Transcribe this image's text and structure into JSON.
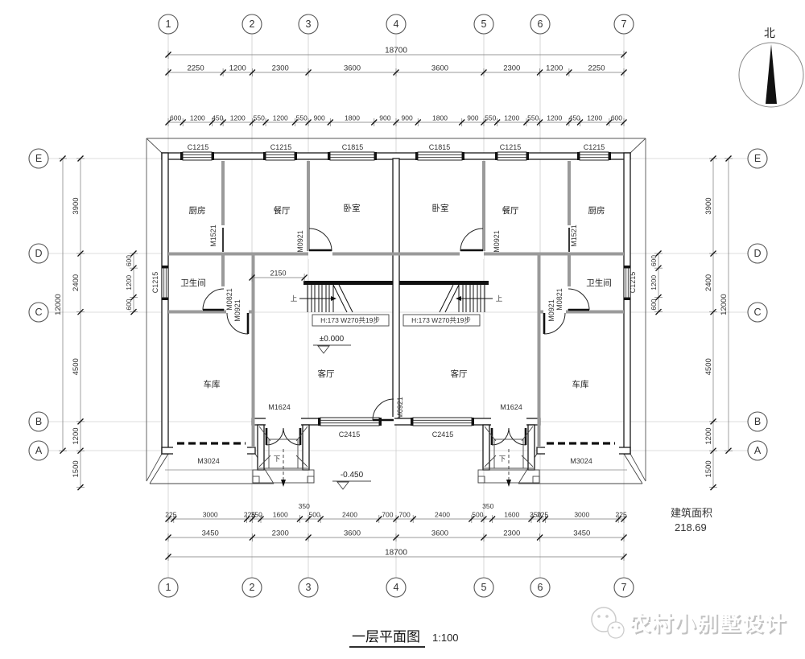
{
  "title_block": {
    "title": "一层平面图",
    "scale": "1:100"
  },
  "area": {
    "label": "建筑面积",
    "value": "218.69"
  },
  "north": {
    "label": "北"
  },
  "watermark": {
    "text": "农村小别墅设计"
  },
  "grid": {
    "cols": [
      "1",
      "2",
      "3",
      "4",
      "5",
      "6",
      "7"
    ],
    "rows": [
      "E",
      "D",
      "C",
      "B",
      "A"
    ]
  },
  "rooms": {
    "kitchen": "厨房",
    "dining": "餐厅",
    "bedroom": "卧室",
    "bathroom": "卫生间",
    "garage": "车库",
    "living": "客厅"
  },
  "labels": {
    "c1215": "C1215",
    "c1815": "C1815",
    "c2415": "C2415",
    "m1521": "M1521",
    "m0921": "M0921",
    "m0821": "M0821",
    "m1624": "M1624",
    "m3024": "M3024",
    "stair_note": "H:173 W270共19步",
    "up": "上",
    "down": "下",
    "level_zero": "±0.000",
    "level_entry": "-0.450"
  },
  "dims": {
    "top_total": [
      18700
    ],
    "top_major": [
      2250,
      1200,
      2300,
      3600,
      3600,
      2300,
      1200,
      2250
    ],
    "top_minor": [
      600,
      1200,
      450,
      1200,
      550,
      1200,
      550,
      900,
      1800,
      900,
      900,
      1800,
      900,
      550,
      1200,
      550,
      1200,
      450,
      1200,
      600
    ],
    "bottom_minor": [
      225,
      3000,
      225,
      350,
      1600,
      350,
      500,
      2400,
      700,
      700,
      2400,
      500,
      350,
      1600,
      350,
      225,
      3000,
      225
    ],
    "bottom_major": [
      3450,
      2300,
      3600,
      3600,
      2300,
      3450
    ],
    "bottom_total": [
      18700
    ],
    "left_segs": [
      3900,
      2400,
      4500,
      1200,
      1500
    ],
    "left_total": [
      12000
    ],
    "right_segs": [
      3900,
      2400,
      4500,
      1200,
      1500
    ],
    "right_total": [
      12000
    ],
    "left_win": [
      600,
      1200,
      600
    ],
    "right_win": [
      600,
      1200,
      600
    ],
    "hall": [
      2150
    ]
  }
}
